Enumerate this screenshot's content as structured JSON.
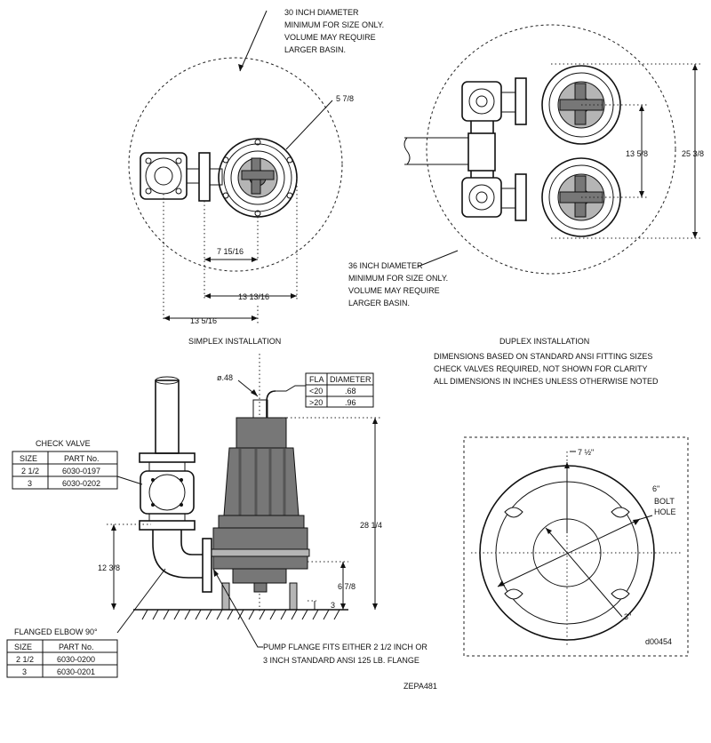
{
  "simplex": {
    "basin_note": [
      "30 INCH DIAMETER",
      "MINIMUM FOR SIZE ONLY.",
      "VOLUME MAY REQUIRE",
      "LARGER BASIN."
    ],
    "dim_5_7_8": "5 7/8",
    "dim_7_15_16": "7 15/16",
    "dim_13_13_16": "13 13/16",
    "dim_13_5_16": "13 5/16",
    "title": "SIMPLEX INSTALLATION"
  },
  "duplex": {
    "basin_note": [
      "36 INCH DIAMETER",
      "MINIMUM FOR SIZE ONLY.",
      "VOLUME MAY REQUIRE",
      "LARGER BASIN."
    ],
    "dim_13_5_8": "13 5/8",
    "dim_25_3_8": "25 3/8",
    "title": "DUPLEX INSTALLATION",
    "notes": [
      "DIMENSIONS BASED ON STANDARD ANSI FITTING SIZES",
      "CHECK VALVES REQUIRED, NOT SHOWN FOR CLARITY",
      "ALL DIMENSIONS IN INCHES UNLESS OTHERWISE NOTED"
    ]
  },
  "elevation": {
    "dim_dia_48": "ø.48",
    "fla_table": {
      "headers": [
        "FLA",
        "DIAMETER"
      ],
      "rows": [
        [
          "<20",
          ".68"
        ],
        [
          ">20",
          ".96"
        ]
      ]
    },
    "check_valve": {
      "title": "CHECK VALVE",
      "headers": [
        "SIZE",
        "PART No."
      ],
      "rows": [
        [
          "2 1/2",
          "6030-0197"
        ],
        [
          "3",
          "6030-0202"
        ]
      ]
    },
    "flanged_elbow": {
      "title": "FLANGED ELBOW 90°",
      "headers": [
        "SIZE",
        "PART No."
      ],
      "rows": [
        [
          "2 1/2",
          "6030-0200"
        ],
        [
          "3",
          "6030-0201"
        ]
      ]
    },
    "dim_28_1_4": "28 1/4",
    "dim_12_3_8": "12 3/8",
    "dim_6_7_8": "6 7/8",
    "dim_3": "3",
    "pump_flange_note": [
      "PUMP FLANGE FITS EITHER 2 1/2 INCH OR",
      "3 INCH STANDARD ANSI 125 LB. FLANGE"
    ],
    "drawing_code": "ZEPA481"
  },
  "flange_detail": {
    "dim_7_half": "7 ½\"",
    "bolt_hole": [
      "6\"",
      "BOLT",
      "HOLE"
    ],
    "dim_3in": "3\"",
    "drawing_code": "d00454"
  }
}
